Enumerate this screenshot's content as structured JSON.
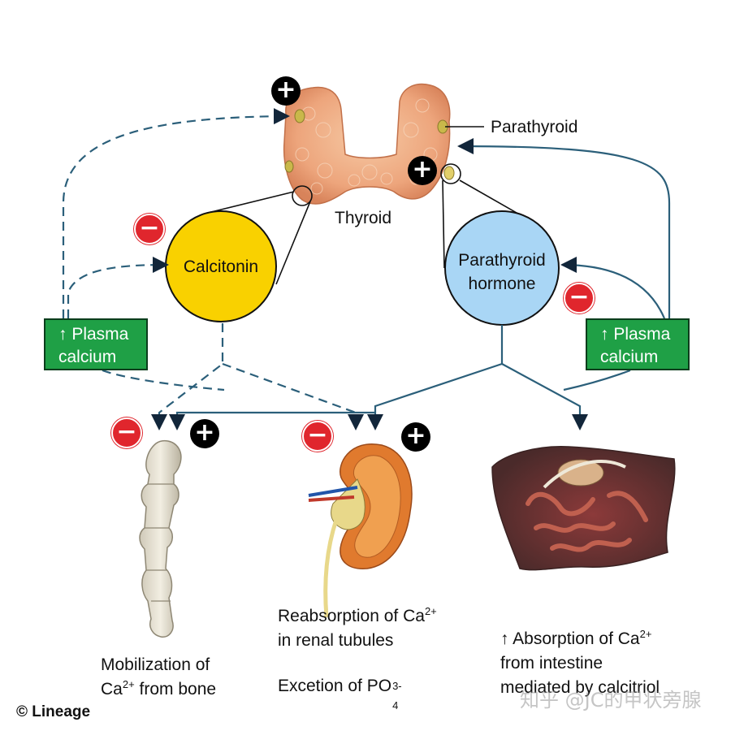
{
  "labels": {
    "parathyroid": "Parathyroid",
    "thyroid": "Thyroid",
    "calcitonin": "Calcitonin",
    "pth_line1": "Parathyroid",
    "pth_line2": "hormone",
    "plasma_left_1": "↑ Plasma",
    "plasma_left_2": "calcium",
    "plasma_right_1": "↑ Plasma",
    "plasma_right_2": "calcium",
    "bone_1": "Mobilization of",
    "bone_2_pre": "Ca",
    "bone_2_sup": "2+",
    "bone_2_post": " from bone",
    "kidney_1_pre": "Reabsorption of Ca",
    "kidney_1_sup": "2+",
    "kidney_2": "in renal tubules",
    "kidney_3_pre": "Excetion of PO",
    "kidney_3_sub": "4",
    "kidney_3_sup": "3-",
    "gut_1_pre": "↑ Absorption of Ca",
    "gut_1_sup": "2+",
    "gut_2": "from intestine",
    "gut_3": "mediated by calcitriol",
    "copyright": "© Lineage",
    "watermark": "知乎 @JC的甲状旁腺"
  },
  "symbols": {
    "plus": "+",
    "minus": "−"
  },
  "colors": {
    "calcitonin_fill": "#f9d100",
    "pth_fill": "#a9d6f5",
    "plasma_box": "#1fa046",
    "arrow_line": "#2b5f7a",
    "minus_badge": "#e0262d",
    "plus_badge": "#000000"
  },
  "icons": [
    "thyroid-gland-illustration",
    "bone-illustration",
    "kidney-illustration",
    "intestine-illustration"
  ]
}
